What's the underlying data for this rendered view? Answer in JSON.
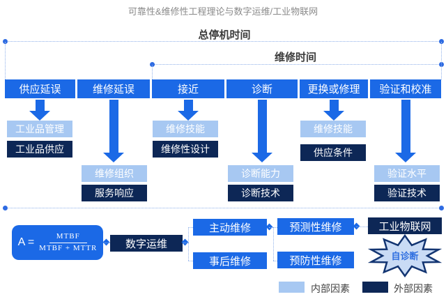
{
  "title": "可靠性&维修性工程理论与数字运维/工业物联网",
  "colors": {
    "primary": "#1b69e6",
    "light": "#a7c8f2",
    "navy": "#0d2756",
    "line": "#8fb0ea",
    "dot": "#2e6be2",
    "title_gray": "#8a8a8a",
    "star_fill": "#c9dbf5",
    "star_stroke": "#133572",
    "star_text": "#2f6fe0"
  },
  "timeline": {
    "total_label": "总停机时间",
    "repair_label": "维修时间"
  },
  "columns": [
    {
      "header": "供应延误",
      "internal": "工业品管理",
      "external": "工业品供应"
    },
    {
      "header": "维修延误",
      "internal": "维修组织",
      "external": "服务响应"
    },
    {
      "header": "接近",
      "internal": "维修技能",
      "external": "维修性设计"
    },
    {
      "header": "诊断",
      "internal": "诊断能力",
      "external": "诊断技术"
    },
    {
      "header": "更换或修理",
      "internal": "维修技能",
      "external": "供应条件"
    },
    {
      "header": "验证和校准",
      "internal": "验证水平",
      "external": "验证技术"
    }
  ],
  "bottom": {
    "formula": {
      "lhs": "A =",
      "numerator": "MTBF",
      "denominator": "MTBF + MTTR"
    },
    "digital_ops": "数字运维",
    "active": "主动维修",
    "reactive": "事后维修",
    "predictive": "预测性维修",
    "preventive": "预防性维修",
    "iiot": "工业物联网",
    "self_diagnosis": "自诊断"
  },
  "legend": {
    "internal": "内部因素",
    "external": "外部因素"
  }
}
